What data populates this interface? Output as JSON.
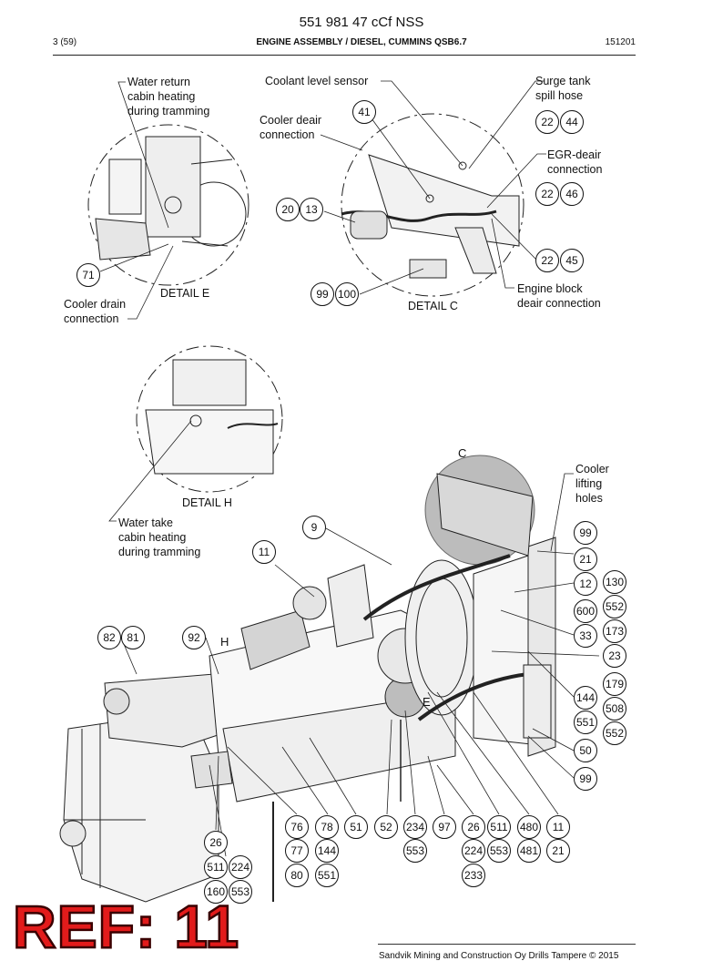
{
  "header": {
    "title": "551 981 47 cCf NSS",
    "page": "3 (59)",
    "section": "ENGINE ASSEMBLY / DIESEL, CUMMINS QSB6.7",
    "date": "151201"
  },
  "callouts": {
    "water_return": "Water return\ncabin heating\nduring tramming",
    "coolant_level": "Coolant level sensor",
    "surge_tank": "Surge tank\nspill hose",
    "cooler_deair": "Cooler deair\nconnection",
    "egr_deair": "EGR-deair\nconnection",
    "engine_block": "Engine block\ndeair connection",
    "cooler_drain": "Cooler drain\nconnection",
    "cooler_lifting": "Cooler\nlifting\nholes",
    "water_take": "Water take\ncabin heating\nduring tramming"
  },
  "details": {
    "e": "DETAIL E",
    "c": "DETAIL C",
    "h": "DETAIL H"
  },
  "letters": {
    "c": "C",
    "h": "H",
    "e": "E"
  },
  "bubbles": [
    "41",
    "22",
    "44",
    "22",
    "46",
    "20",
    "13",
    "22",
    "45",
    "71",
    "99",
    "100",
    "9",
    "11",
    "99",
    "21",
    "12",
    "130",
    "600",
    "552",
    "33",
    "173",
    "23",
    "82",
    "81",
    "92",
    "179",
    "144",
    "508",
    "551",
    "552",
    "50",
    "99",
    "76",
    "78",
    "51",
    "52",
    "234",
    "97",
    "26",
    "511",
    "480",
    "11",
    "77",
    "144",
    "553",
    "224",
    "553",
    "481",
    "21",
    "26",
    "80",
    "551",
    "233",
    "511",
    "224",
    "160",
    "553"
  ],
  "ref_stamp": "REF: 11",
  "footer": "Sandvik Mining and Construction Oy Drills Tampere © 2015"
}
